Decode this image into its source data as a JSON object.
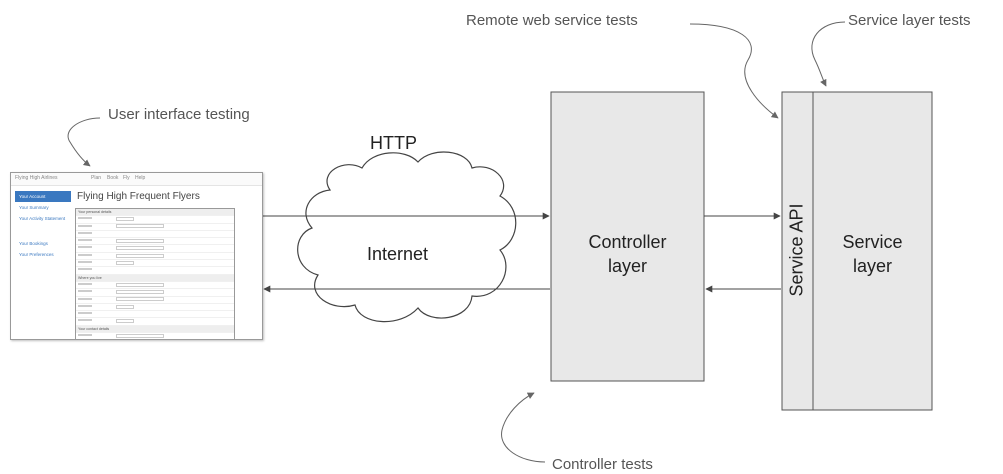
{
  "labels": {
    "remote_tests": "Remote web service tests",
    "service_tests": "Service layer tests",
    "ui_testing": "User interface testing",
    "http": "HTTP",
    "internet": "Internet",
    "controller_line1": "Controller",
    "controller_line2": "layer",
    "service_api": "Service API",
    "service_line1": "Service",
    "service_line2": "layer",
    "controller_tests": "Controller tests"
  },
  "screenshot": {
    "app_name": "Flying High Airlines",
    "menu": [
      "Plan",
      "Book",
      "Fly",
      "Help"
    ],
    "sidebar": [
      "Your Account",
      "Your Summary",
      "Your Activity Statement",
      "Your Bookings",
      "Your Preferences"
    ],
    "heading": "Flying High Frequent Flyers",
    "sections": [
      "Your personal details",
      "Where you live",
      "Your contact details"
    ]
  },
  "colors": {
    "box_fill": "#e8e8e8",
    "box_stroke": "#555555",
    "sidebar_accent": "#3a78c0"
  }
}
